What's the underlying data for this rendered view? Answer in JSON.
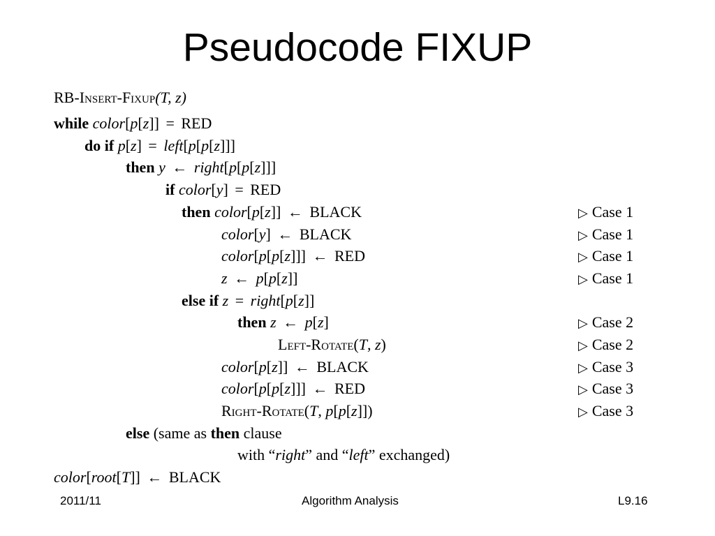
{
  "slide": {
    "title": "Pseudocode FIXUP"
  },
  "code": {
    "procedure": {
      "name_rb": "RB-",
      "name_main": "Insert-Fixup",
      "params": "(T, z)"
    },
    "lines": [
      "while color[p[z]] = RED",
      "do if p[z] = left[p[p[z]]]",
      "then y ← right[p[p[z]]]",
      "if color[y] = RED",
      "then color[p[z]] ← BLACK",
      "color[y] ← BLACK",
      "color[p[p[z]]] ← RED",
      "z ← p[p[z]]",
      "else if z = right[p[z]]",
      "then z ← p[z]",
      "Left-Rotate(T, z)",
      "color[p[z]] ← BLACK",
      "color[p[p[z]]] ← RED",
      "Right-Rotate(T, p[p[z]])",
      "else (same as then clause",
      "with “right” and “left” exchanged)",
      "color[root[T]] ← BLACK"
    ],
    "comments": [
      "Case 1",
      "Case 1",
      "Case 1",
      "Case 1",
      "Case 2",
      "Case 2",
      "Case 3",
      "Case 3",
      "Case 3"
    ]
  },
  "footer": {
    "date": "2011/11",
    "course": "Algorithm Analysis",
    "slide_number": "L9.16"
  }
}
